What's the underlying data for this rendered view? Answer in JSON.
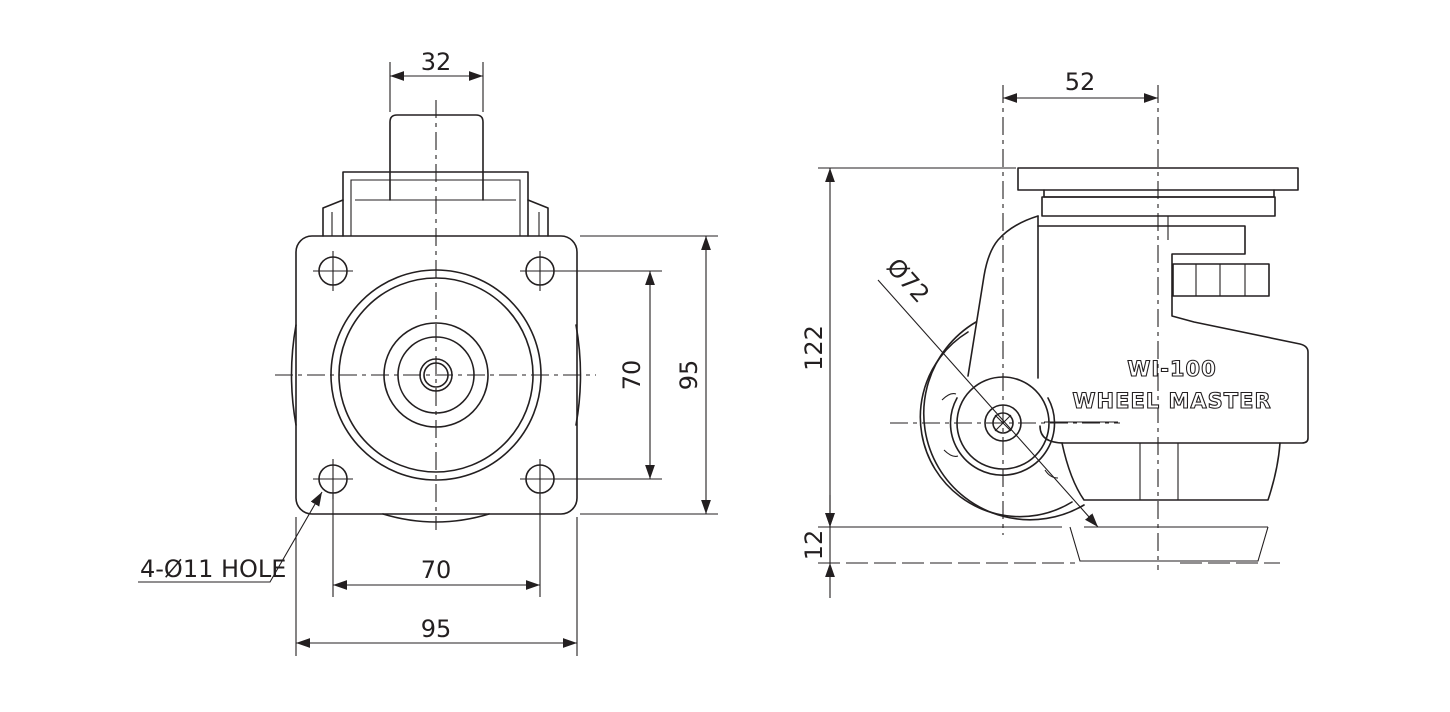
{
  "front_view": {
    "stem_width": "32",
    "hole_spacing_vertical": "70",
    "plate_height": "95",
    "hole_callout": "4-Ø11 HOLE",
    "hole_spacing_horizontal": "70",
    "plate_width": "95"
  },
  "side_view": {
    "offset": "52",
    "wheel_diameter": "Ø72",
    "total_height": "122",
    "foot_stroke": "12",
    "model": "WI-100",
    "brand_name": "WHEEL MASTER"
  },
  "colors": {
    "line": "#231f20",
    "background": "#ffffff"
  }
}
